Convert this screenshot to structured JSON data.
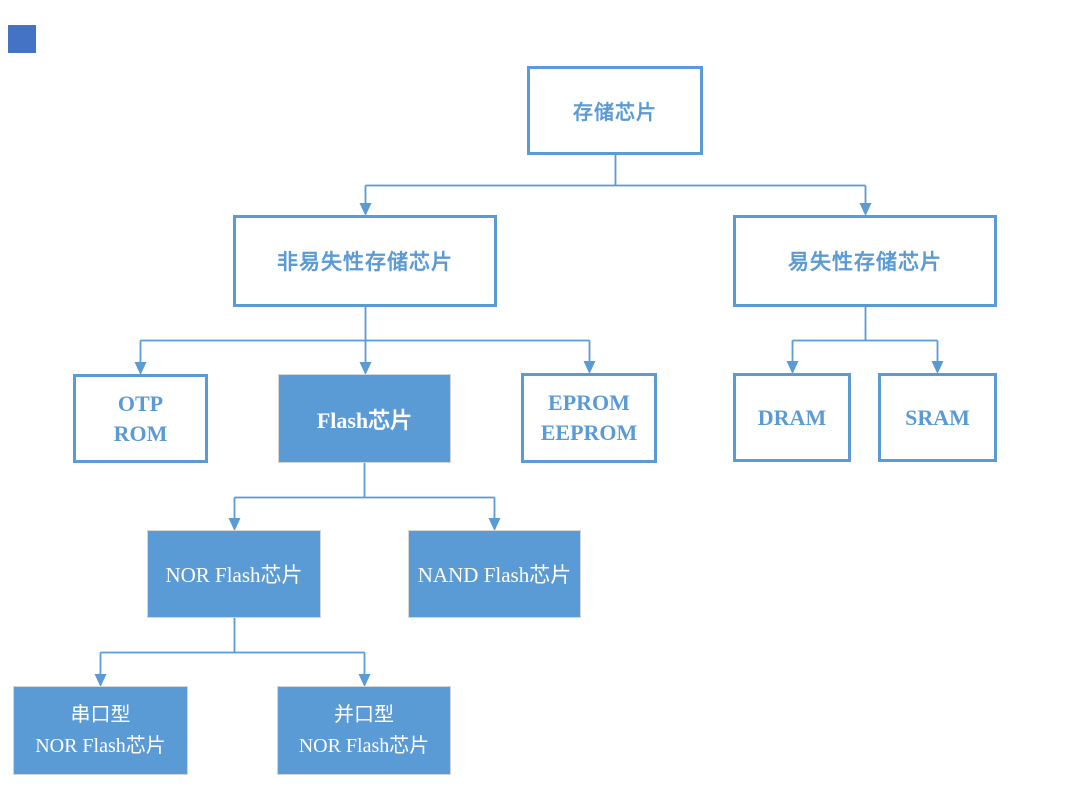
{
  "diagram_type": "flowchart-tree",
  "colors": {
    "accent_blue": "#5B9BD5",
    "outlined_box_border": "#5B9BD5",
    "outlined_box_text": "#5B9BD5",
    "filled_box_fill": "#5B9BD5",
    "filled_box_text": "#FFFFFF",
    "connector_line": "#5B9BD5",
    "background": "#FFFFFF",
    "stray_square": "#4472C4"
  },
  "nodes": {
    "root": {
      "label": "存储芯片",
      "style": "outlined"
    },
    "nonvolatile": {
      "label": "非易失性存储芯片",
      "style": "outlined"
    },
    "volatile": {
      "label": "易失性存储芯片",
      "style": "outlined"
    },
    "otp_rom": {
      "label": "OTP\nROM",
      "style": "outlined"
    },
    "flash": {
      "label": "Flash芯片",
      "style": "filled"
    },
    "eprom": {
      "label": "EPROM\nEEPROM",
      "style": "outlined"
    },
    "dram": {
      "label": "DRAM",
      "style": "outlined"
    },
    "sram": {
      "label": "SRAM",
      "style": "outlined"
    },
    "nor_flash": {
      "label": "NOR Flash芯片",
      "style": "filled"
    },
    "nand_flash": {
      "label": "NAND Flash芯片",
      "style": "filled"
    },
    "serial_nor": {
      "label": "串口型\nNOR Flash芯片",
      "style": "filled"
    },
    "parallel_nor": {
      "label": "并口型\nNOR Flash芯片",
      "style": "filled"
    }
  },
  "hierarchy": [
    {
      "parent": "存储芯片",
      "children": [
        "非易失性存储芯片",
        "易失性存储芯片"
      ]
    },
    {
      "parent": "非易失性存储芯片",
      "children": [
        "OTP ROM",
        "Flash芯片",
        "EPROM EEPROM"
      ]
    },
    {
      "parent": "易失性存储芯片",
      "children": [
        "DRAM",
        "SRAM"
      ]
    },
    {
      "parent": "Flash芯片",
      "children": [
        "NOR Flash芯片",
        "NAND Flash芯片"
      ]
    },
    {
      "parent": "NOR Flash芯片",
      "children": [
        "串口型 NOR Flash芯片",
        "并口型 NOR Flash芯片"
      ]
    }
  ]
}
